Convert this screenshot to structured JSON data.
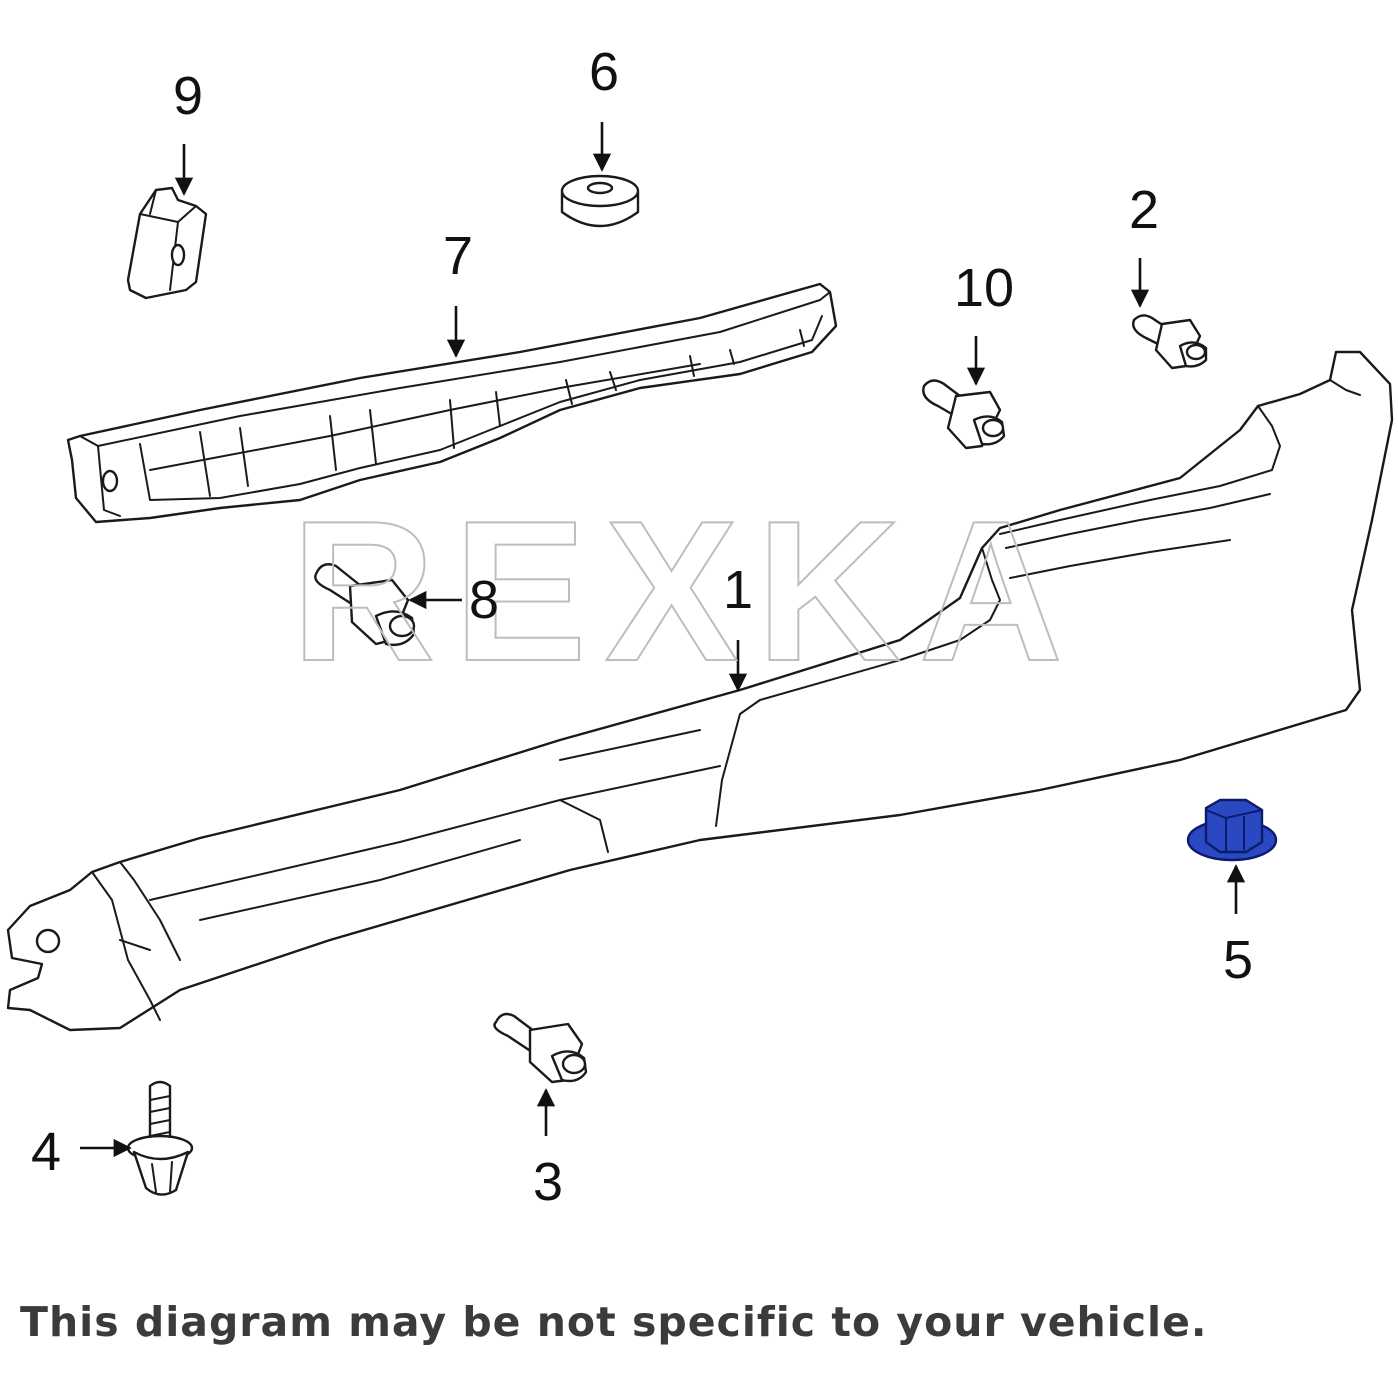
{
  "watermark": "REXKA",
  "callouts": {
    "c1": "1",
    "c2": "2",
    "c3": "3",
    "c4": "4",
    "c5": "5",
    "c6": "6",
    "c7": "7",
    "c8": "8",
    "c9": "9",
    "c10": "10"
  },
  "highlighted_part": "5",
  "colors": {
    "highlight_fill": "#2a48c2",
    "highlight_stroke": "#0d1b6b",
    "line": "#1a1a1a",
    "disclaimer_text": "#3b3b3b",
    "watermark": "#bdbdbd"
  },
  "disclaimer": "This diagram may be not specific to your vehicle."
}
